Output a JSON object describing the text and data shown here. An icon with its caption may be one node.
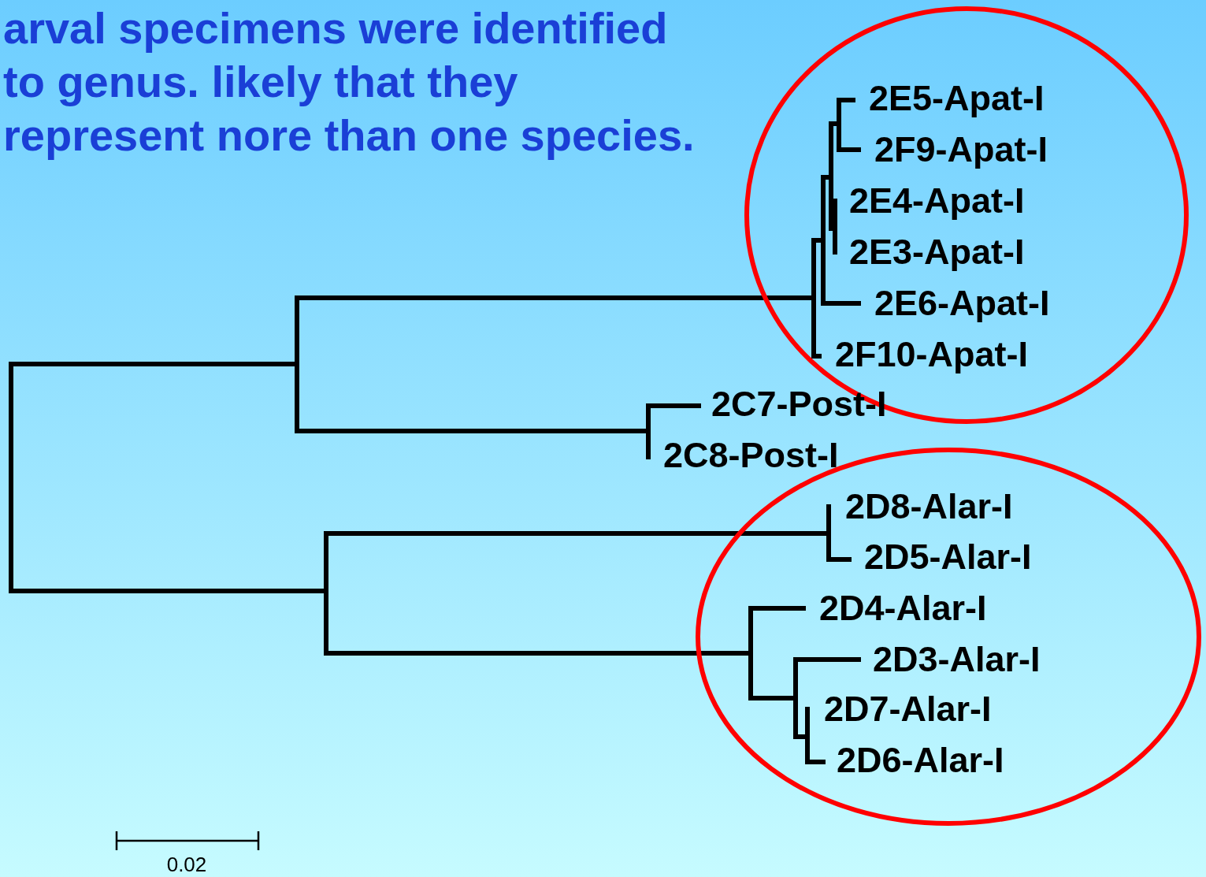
{
  "diagram": {
    "nodes": [
      {
        "text": [],
        "shape": "circle"
      },
      {
        "text": [
          "2E5-Apat-I"
        ],
        "in": 0
      },
      {
        "text": [
          "2F9-Apat-I"
        ],
        "in": 0
      },
      {
        "text": [
          "2E4-Apat-I"
        ],
        "in": 0
      },
      {
        "text": [
          "2E3-Apat-I"
        ],
        "in": 0
      },
      {
        "text": [
          "2E6-Apat-I"
        ],
        "in": 0
      },
      {
        "text": [
          "2F10-Apat-I"
        ],
        "in": 0
      },
      {
        "text": [
          "2C7-Post-I"
        ]
      },
      {
        "text": [
          "2C8-Post-I"
        ]
      },
      {
        "text": [],
        "shape": "circle"
      },
      {
        "text": [
          "2D8-Alar-I"
        ],
        "in": 9
      },
      {
        "text": [
          "2D5-Alar-I"
        ],
        "in": 9
      },
      {
        "text": [
          "2D4-Alar-I"
        ],
        "in": 9
      },
      {
        "text": [
          "2D3-Alar-I"
        ],
        "in": 9
      },
      {
        "text": [
          "2D7-Alar-I"
        ],
        "in": 9
      },
      {
        "text": [
          "2D6-Alar-I"
        ],
        "in": 9
      }
    ],
    "labels": [
      "arval specimens were identified to genus. likely that they represent nore than one species.",
      "0.02"
    ]
  }
}
